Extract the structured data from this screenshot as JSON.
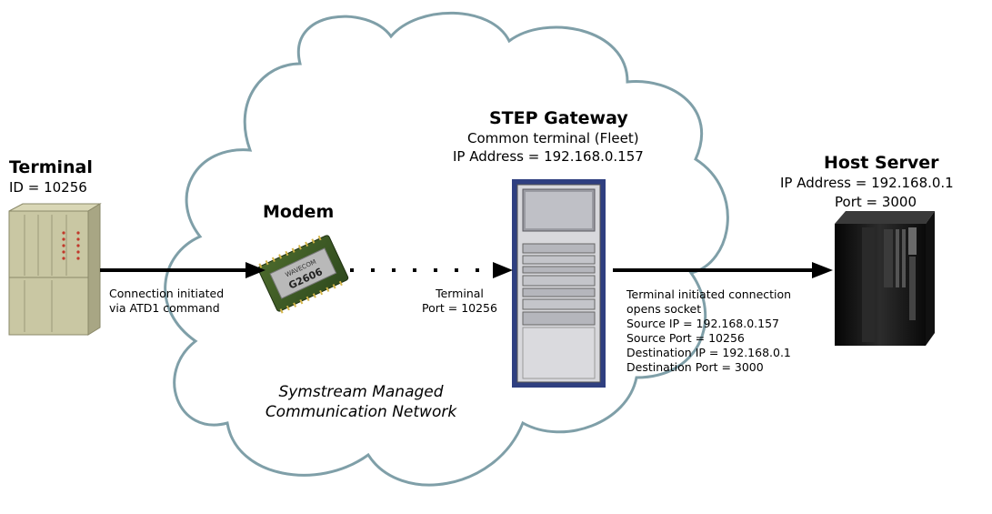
{
  "terminal": {
    "title": "Terminal",
    "id": "ID = 10256"
  },
  "modem": {
    "title": "Modem",
    "chip_brand": "WAVECOM",
    "chip_model": "G2606"
  },
  "gateway": {
    "title": "STEP Gateway",
    "subtitle": "Common terminal (Fleet)",
    "ip": "IP Address = 192.168.0.157"
  },
  "host": {
    "title": "Host Server",
    "ip": "IP Address = 192.168.0.1",
    "port": "Port = 3000"
  },
  "conn_terminal_modem": {
    "line1": "Connection initiated",
    "line2": "via ATD1 command"
  },
  "conn_modem_gateway": {
    "line1": "Terminal",
    "line2": "Port = 10256"
  },
  "conn_gateway_host": {
    "line1": "Terminal initiated connection",
    "line2": "opens socket",
    "line3": "Source IP = 192.168.0.157",
    "line4": "Source Port = 10256",
    "line5": "Destination IP = 192.168.0.1",
    "line6": "Destination Port = 3000"
  },
  "cloud": {
    "line1": "Symstream Managed",
    "line2": "Communication Network"
  },
  "colors": {
    "cloud_outline": "#7f9fa8",
    "terminal_body": "#c9c7a3",
    "gateway_frame": "#2f3f80",
    "server_body": "#1a1a1a"
  }
}
